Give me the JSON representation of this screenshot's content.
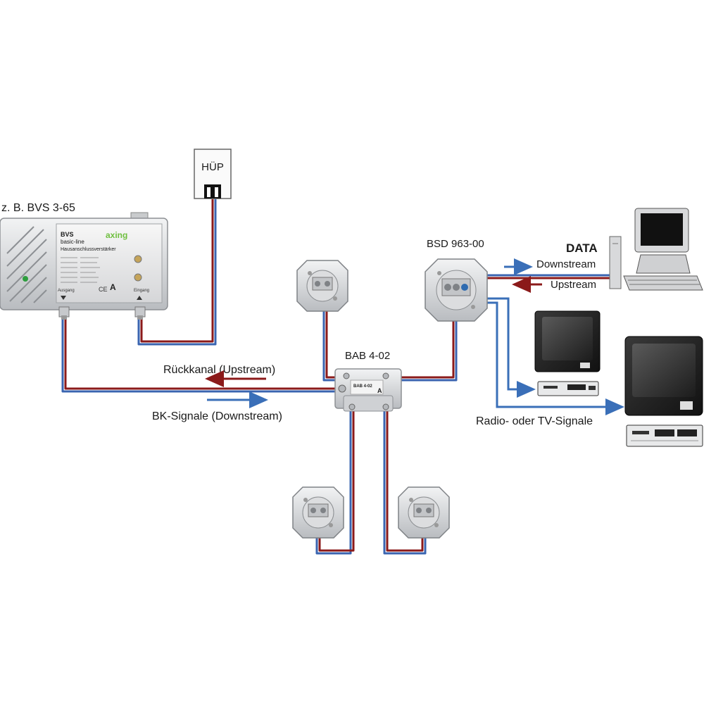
{
  "labels": {
    "amplifier": "z. B. BVS 3-65",
    "hup": "HÜP",
    "splitter": "BAB 4-02",
    "data_outlet": "BSD 963-00",
    "data": "DATA",
    "downstream": "Downstream",
    "upstream": "Upstream",
    "return_channel": "Rückkanal (Upstream)",
    "bk_signals": "BK-Signale (Downstream)",
    "radio_tv": "Radio- oder TV-Signale"
  },
  "amplifier_panel": {
    "model": "BVS",
    "line": "basic-line",
    "subtitle": "Hausanschlussverstärker",
    "brand": "axing",
    "output": "Ausgang",
    "input": "Eingang",
    "class": "A",
    "ce": "CE"
  },
  "splitter_panel": {
    "model": "BAB 4-02",
    "class": "A"
  },
  "colors": {
    "cable_red": "#8b1a1a",
    "cable_blue": "#3a64b0",
    "arrow_red": "#8b1a1a",
    "arrow_blue": "#3a6fb8",
    "device_gray": "#d9dadc"
  }
}
